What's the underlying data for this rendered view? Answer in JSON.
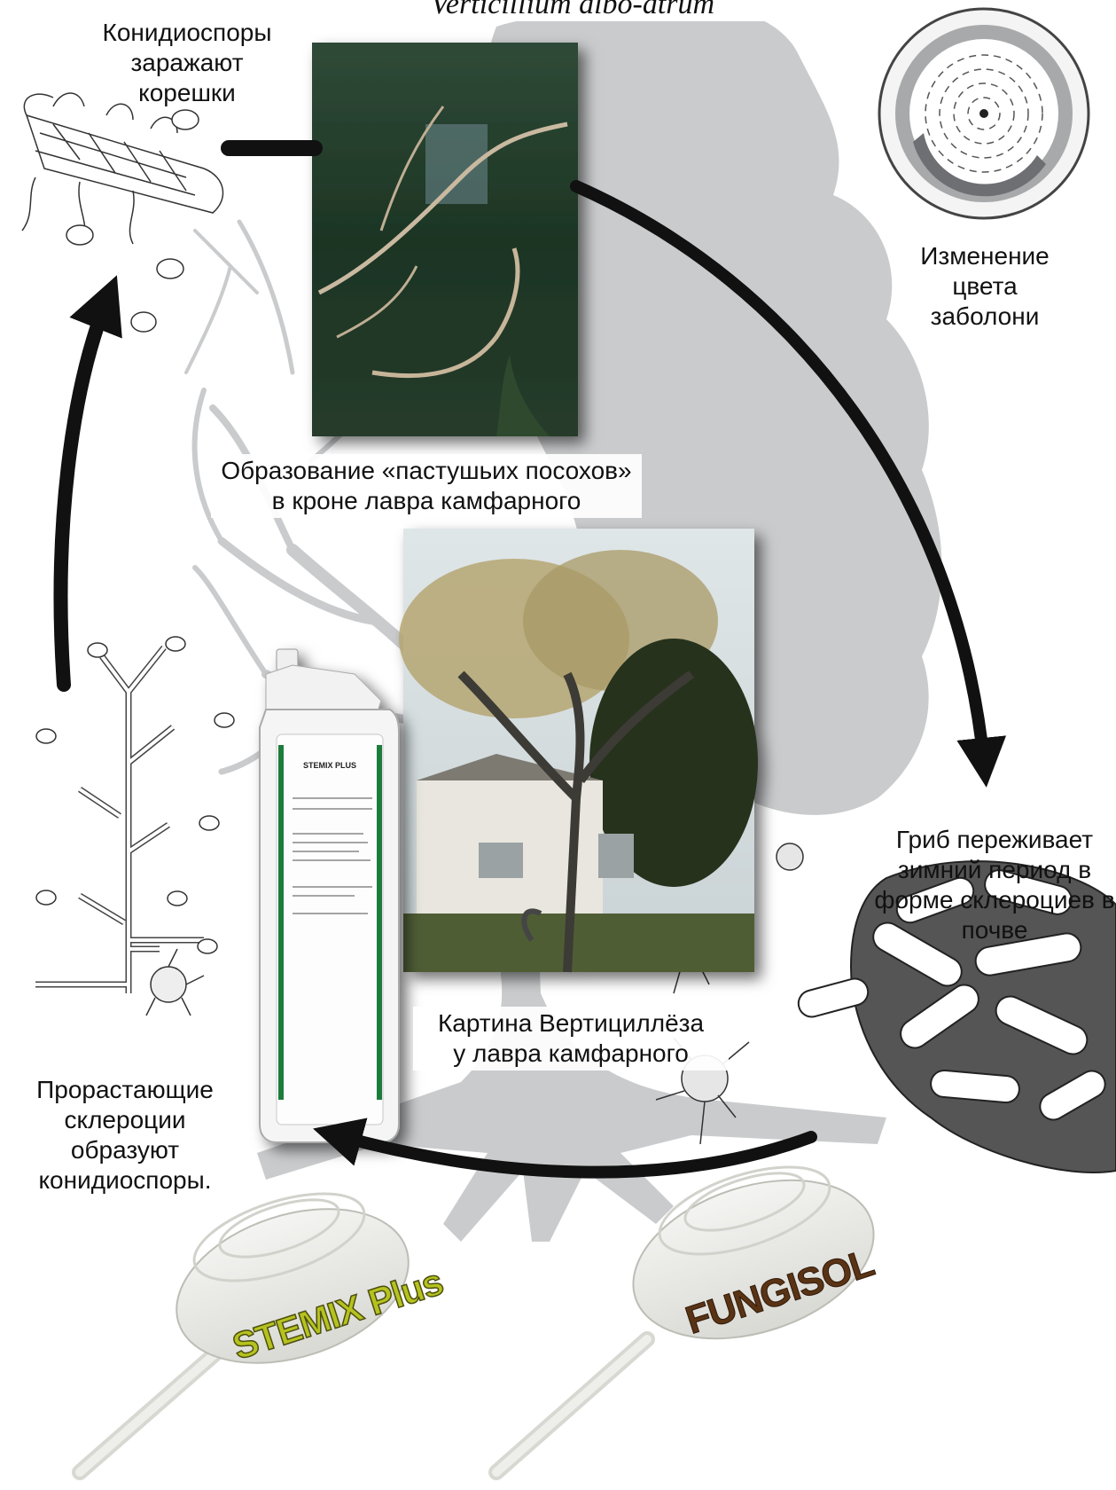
{
  "title": "Verticillium albo-atrum",
  "labels": {
    "conidia_infect": [
      "Конидиоспоры",
      "заражают",
      "корешки"
    ],
    "sapwood": [
      "Изменение",
      "цвета",
      "заболони"
    ],
    "shepherd_crooks": [
      "Образование «пастушьих посохов»",
      "в кроне лавра камфарного"
    ],
    "wilt_picture": [
      "Картина Вертициллёза",
      "у лавра камфарного"
    ],
    "overwinter": [
      "Гриб переживает",
      "зимний период в",
      "форме склероциев в",
      "почве"
    ],
    "germinating": [
      "Прорастающие",
      "склероции",
      "образуют",
      "конидиоспоры."
    ]
  },
  "products": {
    "jug_label": "STEMIX PLUS",
    "cap_left": "STEMIX Plus",
    "cap_right": "FUNGISOL"
  },
  "colors": {
    "tree_silhouette": "#c9cbcd",
    "arrow": "#111111",
    "stemix_text": "#b6c21e",
    "fungisol_text": "#5a3315"
  }
}
